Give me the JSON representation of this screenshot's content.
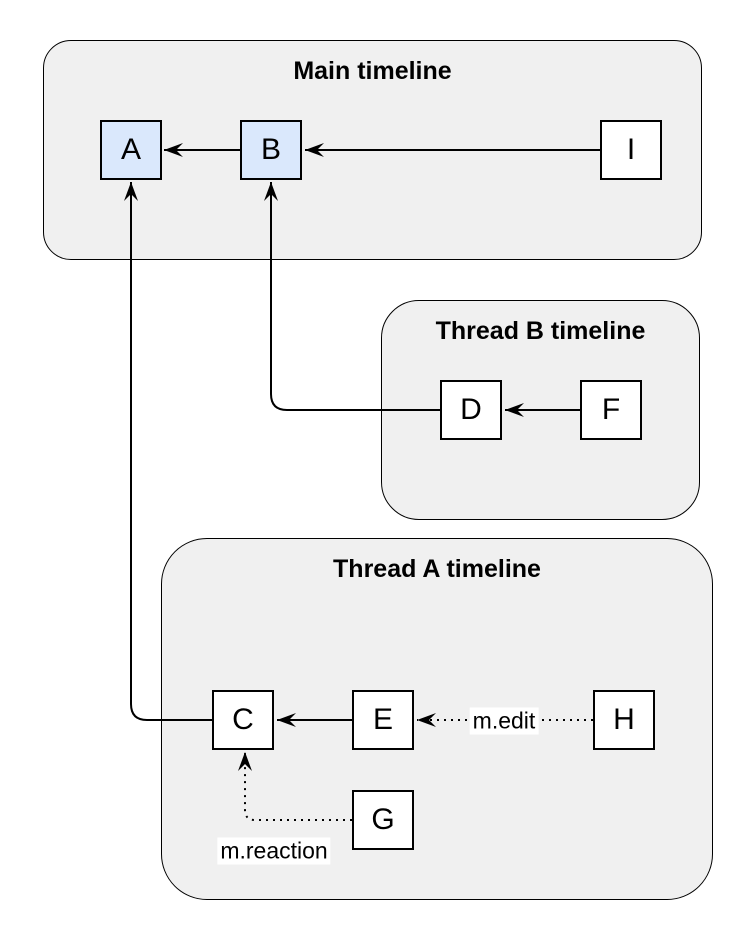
{
  "diagram": {
    "containers": [
      {
        "id": "main-timeline",
        "label": "Main timeline"
      },
      {
        "id": "thread-b-timeline",
        "label": "Thread B timeline"
      },
      {
        "id": "thread-a-timeline",
        "label": "Thread A timeline"
      }
    ],
    "nodes": [
      {
        "id": "A",
        "label": "A",
        "highlighted": true,
        "container": "main-timeline"
      },
      {
        "id": "B",
        "label": "B",
        "highlighted": true,
        "container": "main-timeline"
      },
      {
        "id": "I",
        "label": "I",
        "highlighted": false,
        "container": "main-timeline"
      },
      {
        "id": "D",
        "label": "D",
        "highlighted": false,
        "container": "thread-b-timeline"
      },
      {
        "id": "F",
        "label": "F",
        "highlighted": false,
        "container": "thread-b-timeline"
      },
      {
        "id": "C",
        "label": "C",
        "highlighted": false,
        "container": "thread-a-timeline"
      },
      {
        "id": "E",
        "label": "E",
        "highlighted": false,
        "container": "thread-a-timeline"
      },
      {
        "id": "H",
        "label": "H",
        "highlighted": false,
        "container": "thread-a-timeline"
      },
      {
        "id": "G",
        "label": "G",
        "highlighted": false,
        "container": "thread-a-timeline"
      }
    ],
    "edges": [
      {
        "from": "B",
        "to": "A",
        "style": "solid",
        "label": ""
      },
      {
        "from": "I",
        "to": "B",
        "style": "solid",
        "label": ""
      },
      {
        "from": "F",
        "to": "D",
        "style": "solid",
        "label": ""
      },
      {
        "from": "D",
        "to": "B",
        "style": "solid",
        "label": ""
      },
      {
        "from": "E",
        "to": "C",
        "style": "solid",
        "label": ""
      },
      {
        "from": "C",
        "to": "A",
        "style": "solid",
        "label": ""
      },
      {
        "from": "H",
        "to": "E",
        "style": "dotted",
        "label": "m.edit"
      },
      {
        "from": "G",
        "to": "C",
        "style": "dotted",
        "label": "m.reaction"
      }
    ],
    "colors": {
      "container_fill": "#f0f0f0",
      "container_border": "#000000",
      "node_fill": "#ffffff",
      "node_highlight_fill": "#dae8fc",
      "node_border": "#000000",
      "edge": "#000000",
      "label_background": "#ffffff",
      "text": "#000000"
    }
  }
}
